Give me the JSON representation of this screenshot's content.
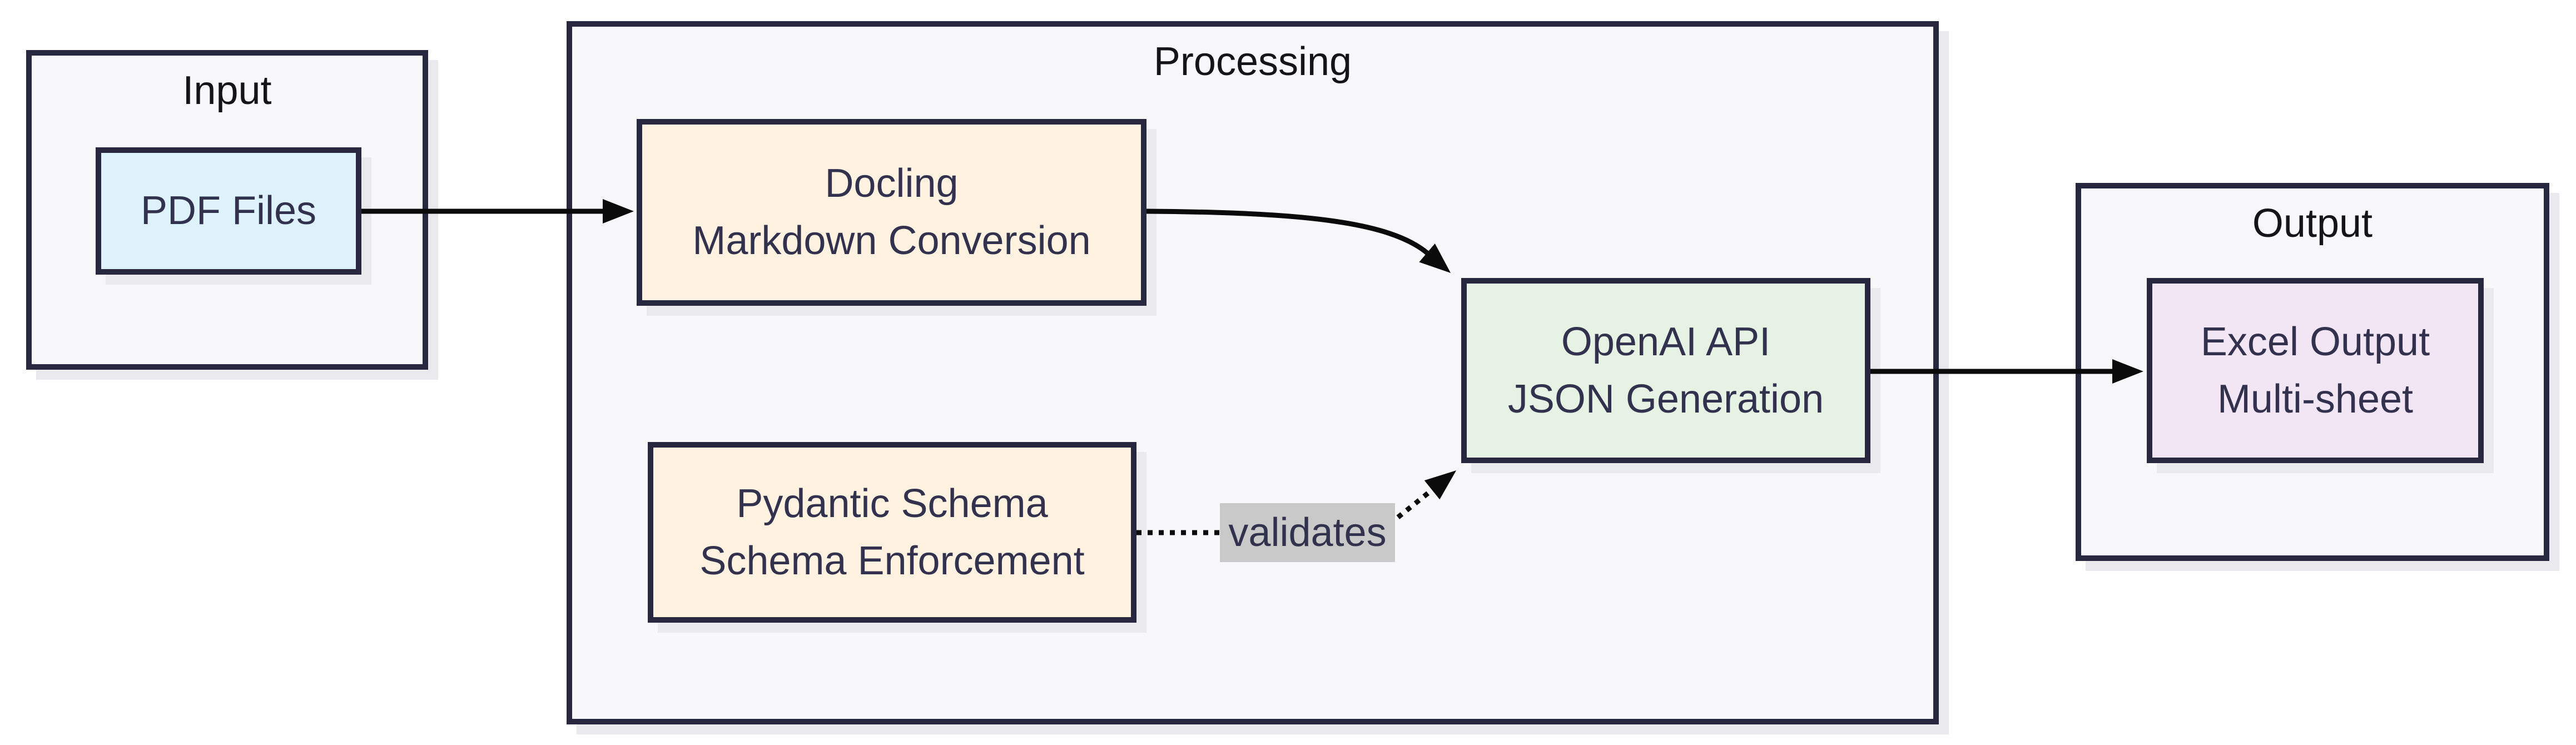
{
  "diagram": {
    "type": "flowchart",
    "direction": "left-to-right",
    "containers": [
      {
        "id": "input",
        "title": "Input"
      },
      {
        "id": "processing",
        "title": "Processing"
      },
      {
        "id": "output",
        "title": "Output"
      }
    ],
    "nodes": {
      "pdf": {
        "container": "input",
        "line1": "PDF Files",
        "line2": null,
        "fill": "#def2fc"
      },
      "docling": {
        "container": "processing",
        "line1": "Docling",
        "line2": "Markdown Conversion",
        "fill": "#fff2e0"
      },
      "pydantic": {
        "container": "processing",
        "line1": "Pydantic Schema",
        "line2": "Schema Enforcement",
        "fill": "#fff2e0"
      },
      "openai": {
        "container": "processing",
        "line1": "OpenAI API",
        "line2": "JSON Generation",
        "fill": "#e6f2e4"
      },
      "excel": {
        "container": "output",
        "line1": "Excel Output",
        "line2": "Multi-sheet",
        "fill": "#f3e6f4"
      }
    },
    "edges": [
      {
        "from": "PDF Files",
        "to": "Docling",
        "style": "solid",
        "label": ""
      },
      {
        "from": "Docling",
        "to": "OpenAI API",
        "style": "solid",
        "label": ""
      },
      {
        "from": "Pydantic Schema",
        "to": "OpenAI API",
        "style": "dotted",
        "label": "validates"
      },
      {
        "from": "OpenAI API",
        "to": "Excel Output",
        "style": "solid",
        "label": ""
      }
    ]
  },
  "colors": {
    "canvas-bg": "#ffffff",
    "container-fill": "#f8f8fa",
    "container-border": "#27273f",
    "node-border": "#27273f",
    "node-text": "#32324e",
    "title-text": "#141419",
    "pdf-fill": "#def2fc",
    "process-fill": "#fff2e0",
    "openai-fill": "#e6f2e4",
    "excel-fill": "#f3e6f4",
    "edge-color": "#0b0b0b",
    "edge-label-bg": "#c9c9c9",
    "shadow-color": "#e9e9ee"
  }
}
